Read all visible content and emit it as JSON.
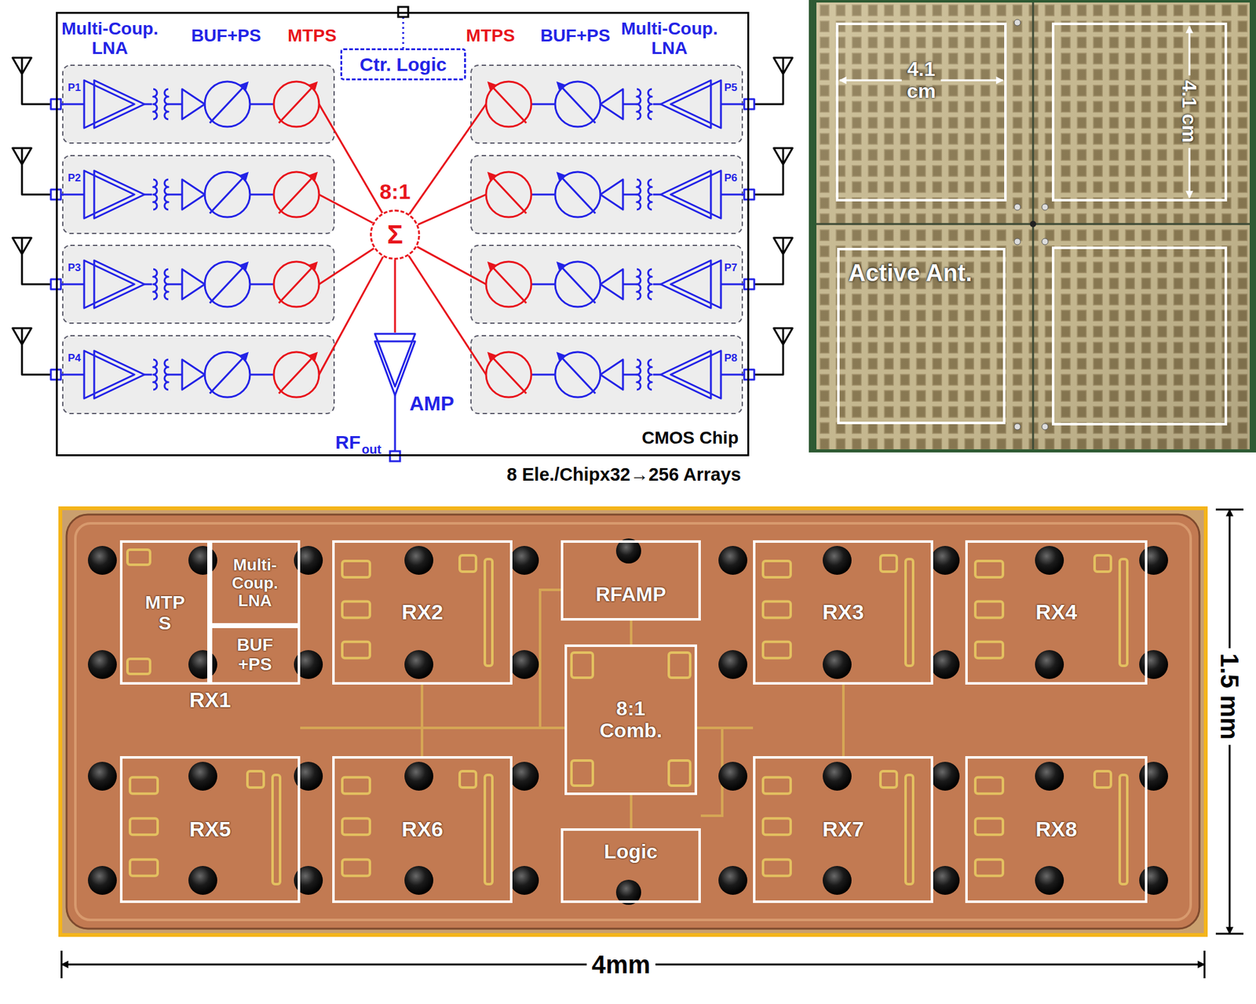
{
  "diagram": {
    "nodes": [
      {
        "text": [
          "CMOS Chip"
        ]
      },
      {
        "text": [
          "Ctr. Logic"
        ],
        "in": 0
      },
      {
        "text": [
          "8:1",
          "Σ"
        ],
        "in": 0
      },
      {
        "text": [
          "AMP"
        ],
        "in": 0
      },
      {
        "text": [
          "Active Ant."
        ]
      },
      {
        "text": [
          "RX1"
        ]
      },
      {
        "text": [
          "MTP S"
        ],
        "in": 5
      },
      {
        "text": [
          "Multi- Coup. LNA"
        ],
        "in": 5
      },
      {
        "text": [
          "BUF +PS"
        ],
        "in": 5
      },
      {
        "text": [
          "RX2"
        ]
      },
      {
        "text": [
          "RFAMP"
        ]
      },
      {
        "text": [
          "RX3"
        ]
      },
      {
        "text": [
          "RX4"
        ]
      },
      {
        "text": [
          "8:1 Comb."
        ]
      },
      {
        "text": [
          "RX5"
        ]
      },
      {
        "text": [
          "RX6"
        ]
      },
      {
        "text": [
          "Logic"
        ]
      },
      {
        "text": [
          "RX7"
        ]
      },
      {
        "text": [
          "RX8"
        ]
      }
    ],
    "edges": [
      {
        "from": 2,
        "to": 3,
        "arrow": "none"
      }
    ],
    "labels": [
      "Multi-Coup. LNA",
      "BUF+PS",
      "MTPS",
      "MTPS",
      "BUF+PS",
      "Multi-Coup. LNA",
      "P1",
      "P2",
      "P3",
      "P4",
      "P5",
      "P6",
      "P7",
      "P8",
      "RF",
      "out",
      "8 Ele./Chipx32→256 Arrays",
      "4.1 cm",
      "4.1 cm",
      "1.5 mm",
      "4mm"
    ]
  }
}
